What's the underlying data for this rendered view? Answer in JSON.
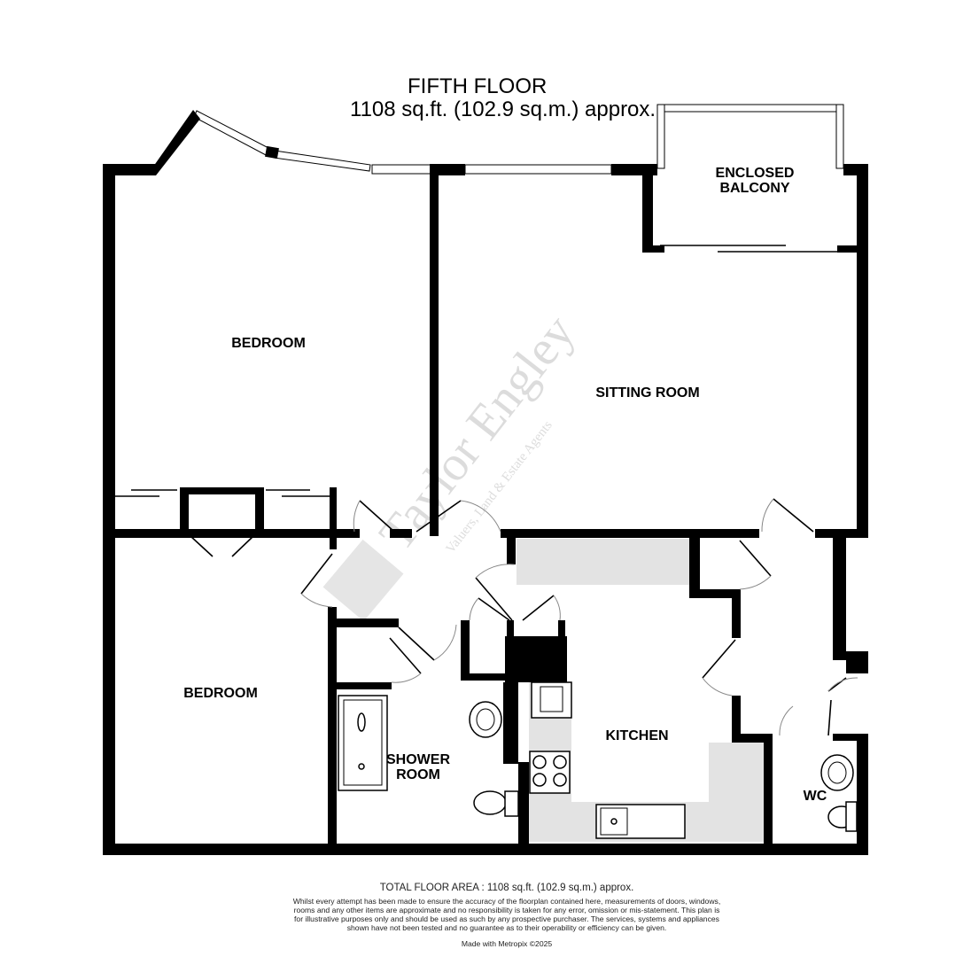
{
  "header": {
    "floor": "FIFTH FLOOR",
    "area": "1108 sq.ft. (102.9 sq.m.) approx."
  },
  "rooms": {
    "enclosed_balcony": [
      "ENCLOSED",
      "BALCONY"
    ],
    "bedroom_1": "BEDROOM",
    "sitting_room": "SITTING ROOM",
    "bedroom_2": "BEDROOM",
    "kitchen": "KITCHEN",
    "shower_room": [
      "SHOWER",
      "ROOM"
    ],
    "wc": "WC"
  },
  "watermark": {
    "brand": "Taylor Engley",
    "tagline": "Valuers, Land & Estate Agents"
  },
  "footer": {
    "total": "TOTAL FLOOR AREA : 1108 sq.ft. (102.9 sq.m.) approx.",
    "disclaimer": "Whilst every attempt has been made to ensure the accuracy of the floorplan contained here, measurements of doors, windows, rooms and any other items are approximate and no responsibility is taken for any error, omission or mis-statement. This plan is for illustrative purposes only and should be used as such by any prospective purchaser. The services, systems and appliances shown have not been tested and no guarantee as to their operability or efficiency can be given.",
    "made_with": "Made with Metropix ©2025"
  }
}
